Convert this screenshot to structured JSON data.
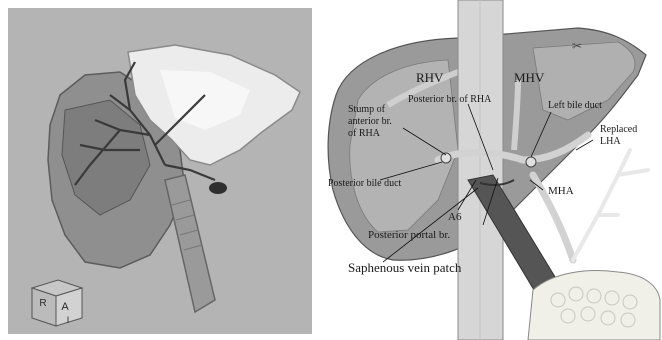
{
  "figure": {
    "left_view": {
      "background_color": "#b4b4b4",
      "orientation_cube": {
        "faces": [
          "A",
          "R",
          "I"
        ]
      }
    },
    "right_view": {
      "labels": {
        "rhv": "RHV",
        "mhv": "MHV",
        "posterior_br_rha": "Posterior br. of RHA",
        "stump_line1": "Stump of",
        "stump_line2": "anterior br.",
        "stump_line3": "of RHA",
        "left_bile_duct": "Left bile duct",
        "replaced_lha_line1": "Replaced",
        "replaced_lha_line2": "LHA",
        "posterior_bile_duct": "Posterior bile duct",
        "mha": "MHA",
        "a6": "A6",
        "posterior_portal_br": "Posterior portal br.",
        "saphenous_vein_patch": "Saphenous vein patch"
      },
      "colors": {
        "liver": "#9a9a9a",
        "vessel": "#d2d2d2",
        "dark_vessel": "#4a4a4a"
      }
    }
  }
}
